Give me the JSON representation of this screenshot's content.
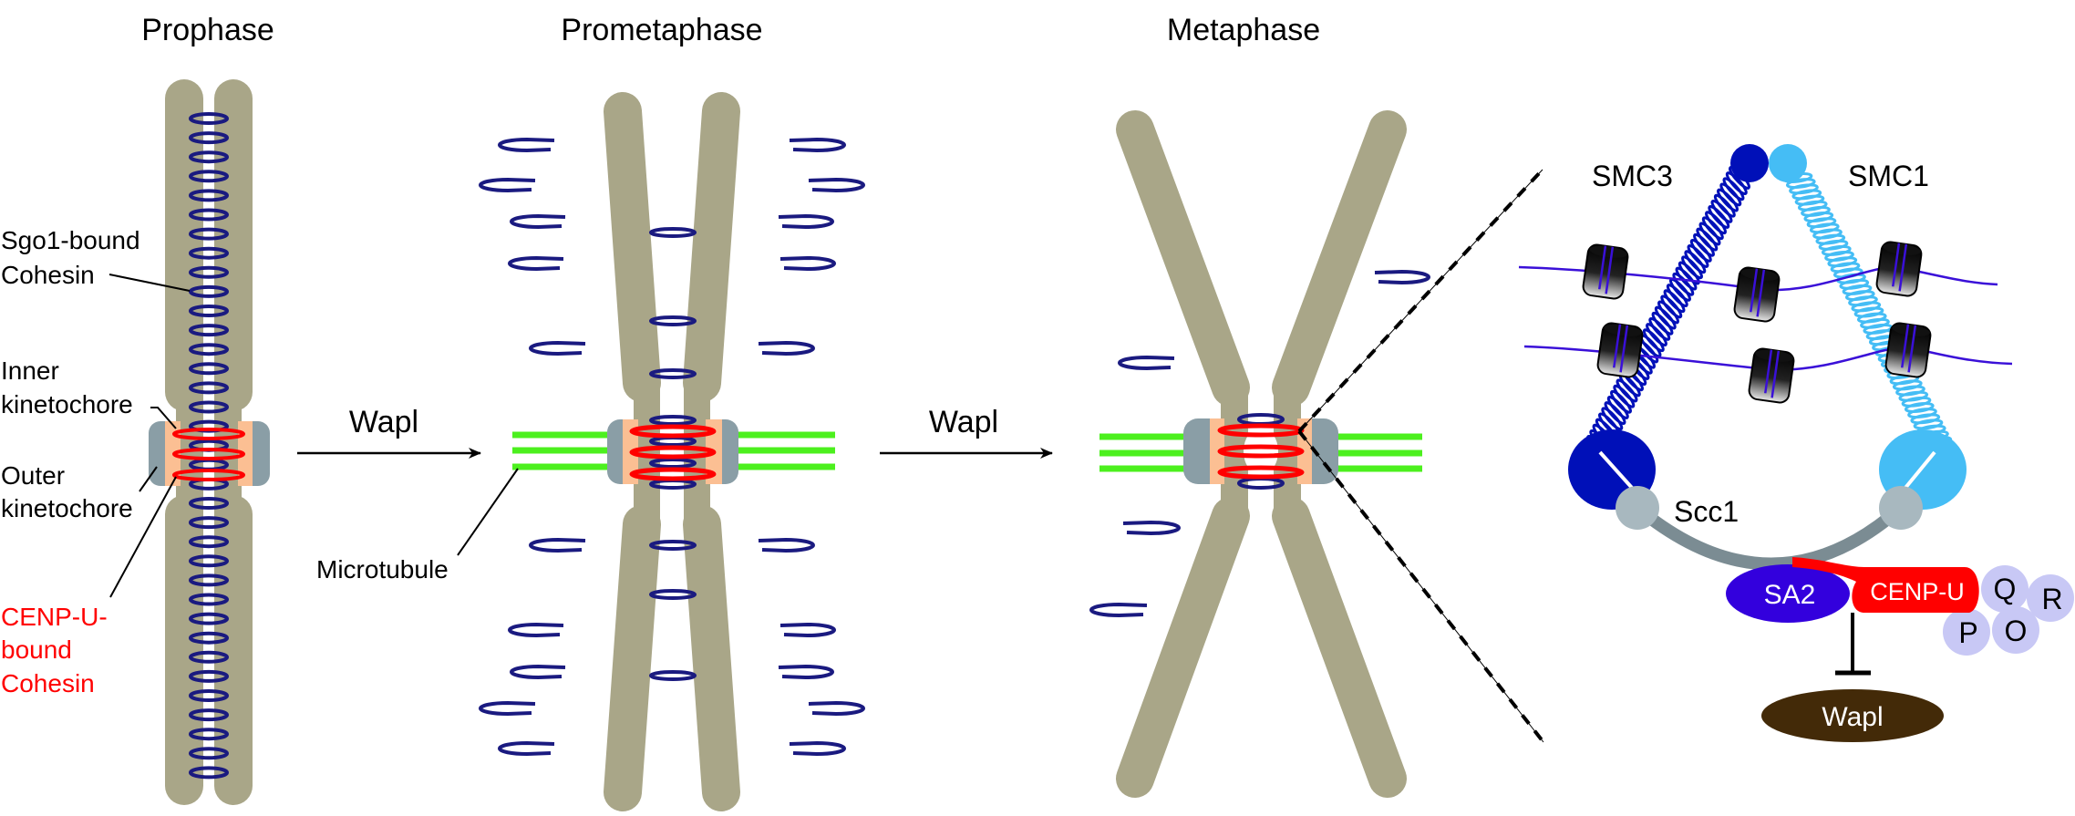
{
  "panels": {
    "prophase": {
      "title": "Prophase"
    },
    "prometaphase": {
      "title": "Prometaphase"
    },
    "metaphase": {
      "title": "Metaphase"
    }
  },
  "arrows": [
    {
      "label": "Wapl"
    },
    {
      "label": "Wapl"
    }
  ],
  "labels": {
    "sgo1_line1": "Sgo1-bound",
    "sgo1_line2": "Cohesin",
    "inner_line1": "Inner",
    "inner_line2": "kinetochore",
    "outer_line1": "Outer",
    "outer_line2": "kinetochore",
    "cenpu_line1": "CENP-U-",
    "cenpu_line2": "bound",
    "cenpu_line3": "Cohesin",
    "microtubule": "Microtubule"
  },
  "cohesin_model": {
    "smc3": "SMC3",
    "smc1": "SMC1",
    "scc1": "Scc1",
    "sa2": "SA2",
    "cenpu": "CENP-U",
    "q": "Q",
    "r": "R",
    "p": "P",
    "o": "O",
    "wapl": "Wapl"
  },
  "colors": {
    "chromatid": "#a9a688",
    "cohesin_ring": "#1a1a80",
    "cenpu_cohesin": "#ff0000",
    "inner_kinetochore": "#fbbf93",
    "outer_kinetochore": "#8a9ea6",
    "microtubule": "#4cf01e",
    "smc3": "#0010b8",
    "smc1": "#45bdf5",
    "scc1": "#7b8c93",
    "scc1_ends": "#a8b8bf",
    "sa2": "#3300dd",
    "cenpu": "#ff0000",
    "cenp_pqro": "#c8c8f5",
    "wapl": "#432a08",
    "dna": "#3a10d8"
  }
}
